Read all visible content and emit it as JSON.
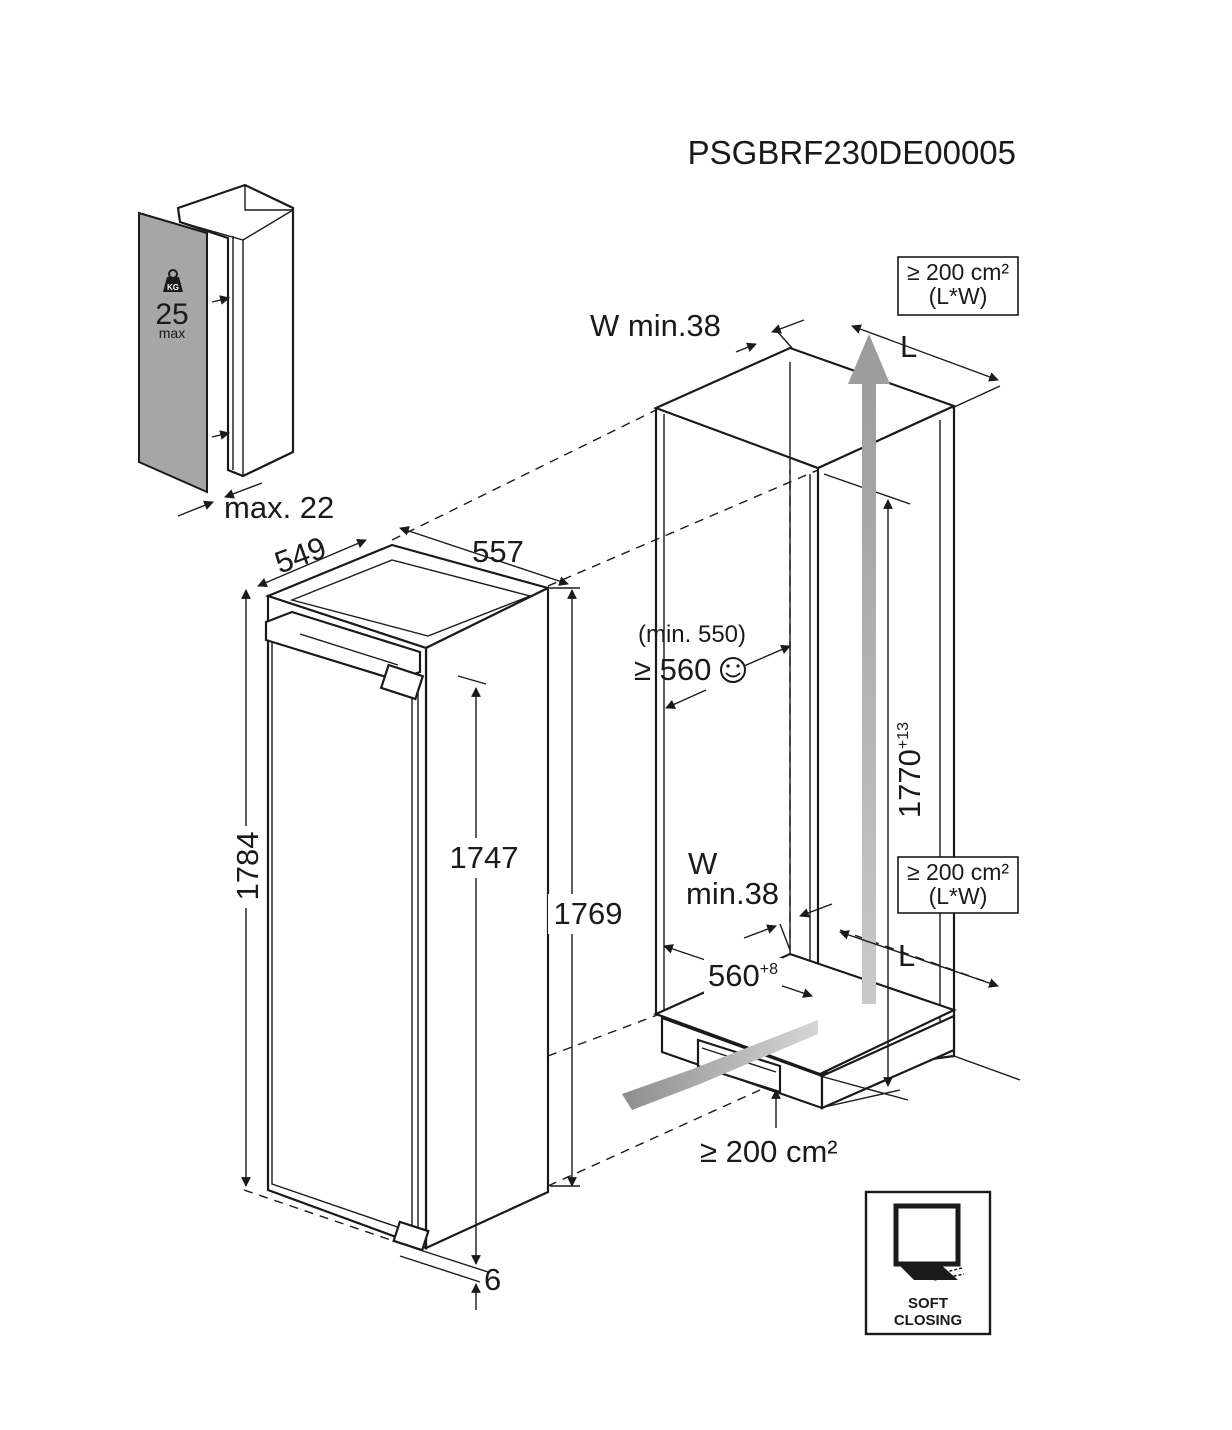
{
  "code": "PSGBRF230DE00005",
  "door": {
    "weight_value": "25",
    "weight_unit": "max",
    "kg_icon_label": "KG",
    "max_depth": "max. 22"
  },
  "appliance": {
    "depth": "549",
    "width": "557",
    "height_total": "1784",
    "height_inner": "1747",
    "height_body": "1769",
    "bottom_gap": "6"
  },
  "niche": {
    "vent_gap_top": "W min.38",
    "vent_gap_bottom_w": "W",
    "vent_gap_bottom_min": "min.38",
    "depth_min_note": "(min. 550)",
    "depth_min": "≥ 560",
    "height": "1770",
    "height_tolerance": "+13",
    "width": "560",
    "width_tolerance": "+8",
    "label_l_top": "L",
    "label_l_bottom": "L",
    "vent_area_top_line1": "≥ 200 cm²",
    "vent_area_top_line2": "(L*W)",
    "vent_area_bottom_line1": "≥ 200 cm²",
    "vent_area_bottom_line2": "(L*W)",
    "vent_area_plinth": "≥ 200 cm²"
  },
  "badge": {
    "line1": "SOFT",
    "line2": "CLOSING"
  }
}
